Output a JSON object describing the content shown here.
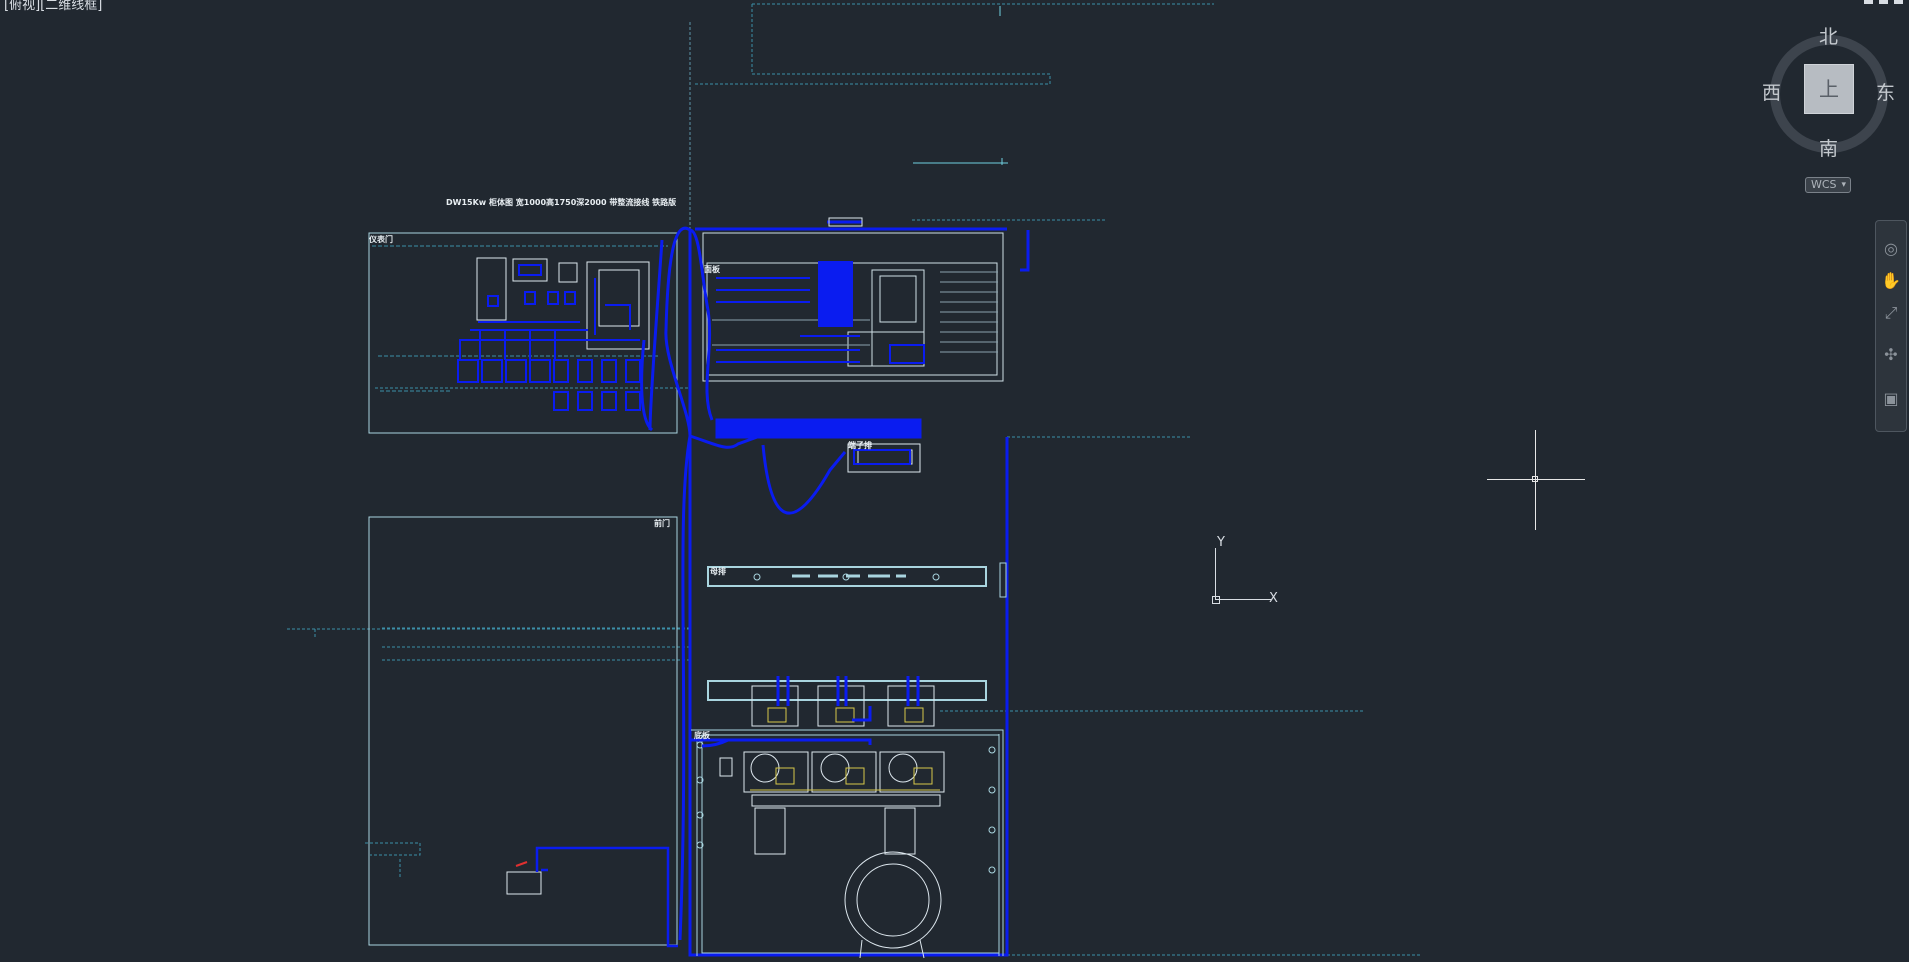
{
  "viewport": {
    "label": "[俯视][二维线框]"
  },
  "viewcube": {
    "north": "北",
    "south": "南",
    "west": "西",
    "east": "东",
    "face_label": "上",
    "wcs_label": "WCS"
  },
  "ucs": {
    "x_label": "X",
    "y_label": "Y"
  },
  "navbar": {
    "tools": [
      {
        "icon": "steering-wheel-icon"
      },
      {
        "icon": "pan-hand-icon"
      },
      {
        "icon": "zoom-icon"
      },
      {
        "icon": "orbit-icon"
      },
      {
        "icon": "showmotion-icon"
      }
    ]
  },
  "drawing": {
    "title_text": "DW15Kw 柜体图 宽1000高1750深2000 带整流接线 铁路版",
    "labels": {
      "instrument_door": "仪表门",
      "front_door": "前门",
      "panel_a": "面板",
      "panel_b": "端子排",
      "busbar": "母排",
      "base": "底板"
    }
  },
  "colors": {
    "background": "#212830",
    "wire_blue": "#0a1cf0",
    "outline_cyan": "#5fb7c9",
    "outline_white": "#d9e3e8",
    "component_yellow": "#d8c94a"
  }
}
